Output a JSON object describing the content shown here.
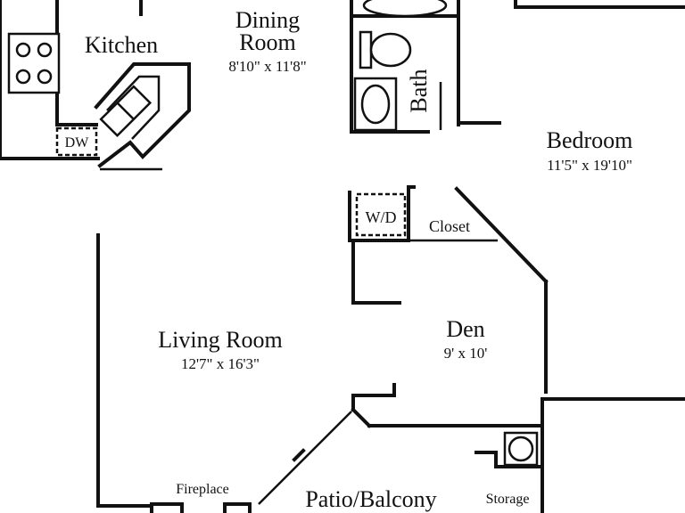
{
  "rooms": {
    "kitchen": {
      "name": "Kitchen"
    },
    "dining": {
      "name_line1": "Dining",
      "name_line2": "Room",
      "dims": "8'10\" x 11'8\""
    },
    "bath": {
      "name": "Bath"
    },
    "bedroom": {
      "name": "Bedroom",
      "dims": "11'5\" x 19'10\""
    },
    "closet": {
      "name": "Closet"
    },
    "den": {
      "name": "Den",
      "dims": "9' x 10'"
    },
    "living": {
      "name": "Living Room",
      "dims": "12'7\" x 16'3\""
    },
    "patio": {
      "name": "Patio/Balcony"
    },
    "storage": {
      "name": "Storage"
    }
  },
  "fixtures": {
    "dishwasher": "DW",
    "washer_dryer": "W/D",
    "fireplace": "Fireplace"
  }
}
